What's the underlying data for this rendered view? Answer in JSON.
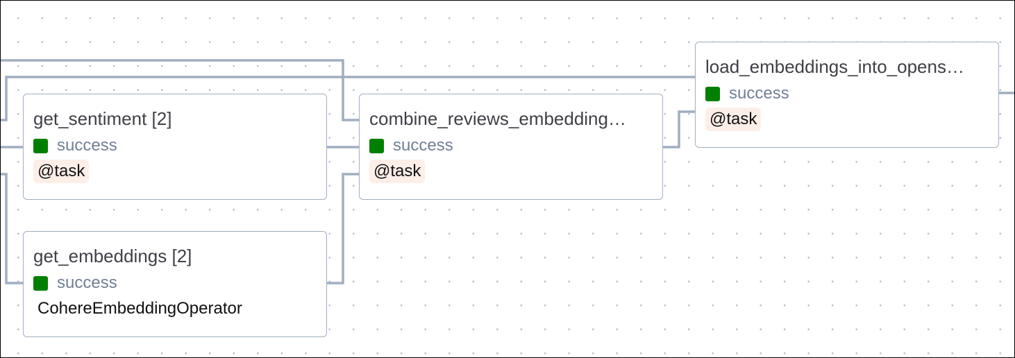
{
  "graph": {
    "nodes": {
      "get_sentiment": {
        "title": "get_sentiment [2]",
        "status": "success",
        "type_label": "@task"
      },
      "get_embeddings": {
        "title": "get_embeddings [2]",
        "status": "success",
        "type_label": "CohereEmbeddingOperator"
      },
      "combine_reviews": {
        "title": "combine_reviews_embedding…",
        "status": "success",
        "type_label": "@task"
      },
      "load_embeddings": {
        "title": "load_embeddings_into_opens…",
        "status": "success",
        "type_label": "@task"
      }
    },
    "colors": {
      "edge": "#a0aec0",
      "node_border": "#a0aec0",
      "status_success": "#008000",
      "tag_background": "#fdeee8",
      "status_text": "#718096"
    }
  }
}
